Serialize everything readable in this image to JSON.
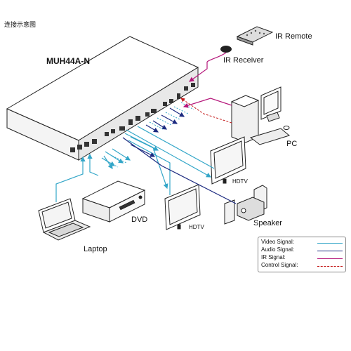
{
  "caption": "连接示意图",
  "device_name": "MUH44A-N",
  "labels": {
    "ir_remote": "IR Remote",
    "ir_receiver": "IR Receiver",
    "pc": "PC",
    "hdtv_1": "HDTV",
    "hdtv_2": "HDTV",
    "dvd": "DVD",
    "laptop": "Laptop",
    "speaker": "Speaker"
  },
  "legend": {
    "items": [
      {
        "label": "Video Signal:",
        "color": "#33a6c8",
        "style": "solid"
      },
      {
        "label": "Audio Signal:",
        "color": "#1c2a80",
        "style": "solid"
      },
      {
        "label": "IR  Signal:",
        "color": "#b5177b",
        "style": "solid"
      },
      {
        "label": "Control  Signal:",
        "color": "#c41a1a",
        "style": "dashed"
      }
    ]
  },
  "colors": {
    "video": "#33a6c8",
    "audio": "#1c2a80",
    "ir": "#b5177b",
    "control": "#c41a1a",
    "line_art": "#222222"
  }
}
